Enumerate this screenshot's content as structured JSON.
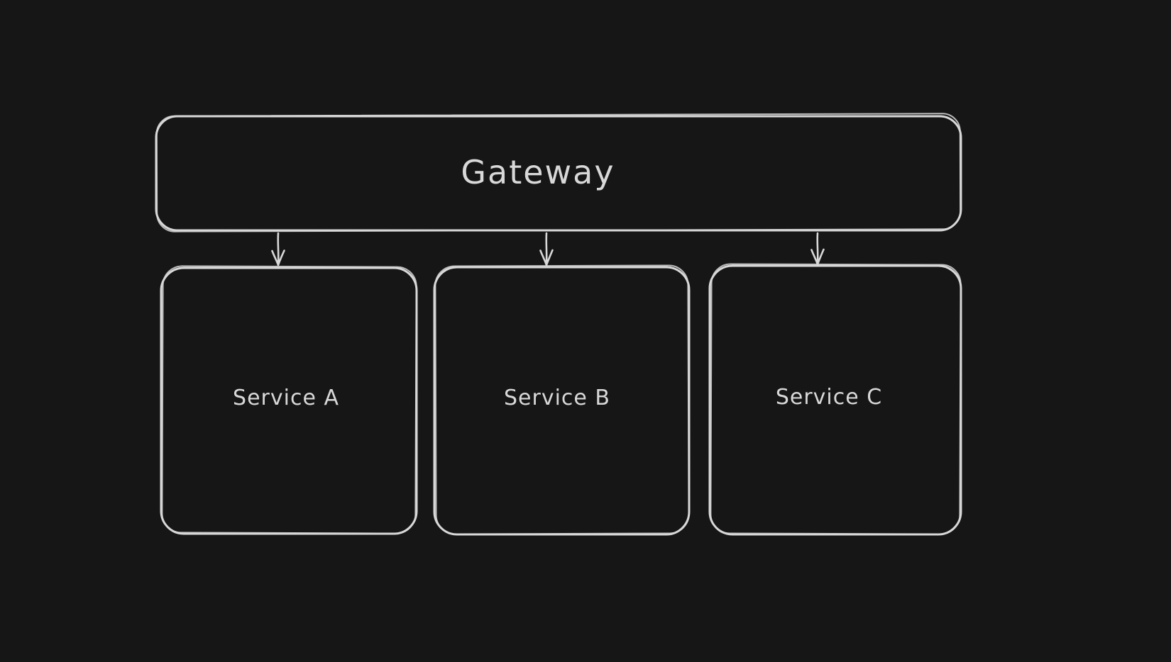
{
  "canvas": {
    "background_color": "#161616",
    "stroke_color": "#d8d8d8",
    "text_color": "#d8d8d8",
    "style": "hand-drawn-sketch"
  },
  "diagram": {
    "type": "flowchart",
    "nodes": [
      {
        "id": "gateway",
        "label": "Gateway"
      },
      {
        "id": "service-a",
        "label": "Service A"
      },
      {
        "id": "service-b",
        "label": "Service B"
      },
      {
        "id": "service-c",
        "label": "Service C"
      }
    ],
    "edges": [
      {
        "from": "gateway",
        "to": "service-a",
        "type": "arrow"
      },
      {
        "from": "gateway",
        "to": "service-b",
        "type": "arrow"
      },
      {
        "from": "gateway",
        "to": "service-c",
        "type": "arrow"
      }
    ]
  }
}
